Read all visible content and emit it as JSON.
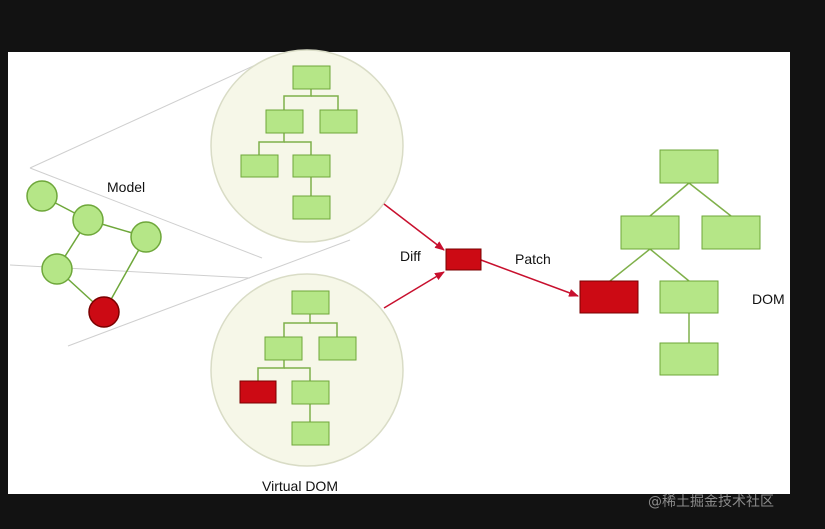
{
  "labels": {
    "model": "Model",
    "diff": "Diff",
    "patch": "Patch",
    "dom": "DOM",
    "virtual_dom": "Virtual DOM"
  },
  "watermark": "@稀土掘金技术社区",
  "colors": {
    "background": "#121212",
    "canvas": "#ffffff",
    "node_fill": "#b5e687",
    "node_stroke": "#6ea73a",
    "changed_fill": "#cc0a14",
    "changed_stroke": "#7a0000",
    "circle_fill": "#f6f7e8",
    "circle_stroke": "#d9dcc6",
    "arrow": "#c8102e",
    "funnel_line": "#cfcfcf"
  }
}
